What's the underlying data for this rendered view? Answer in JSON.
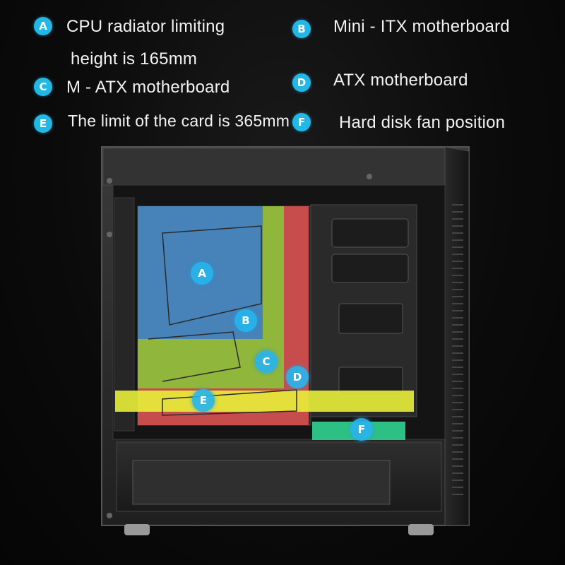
{
  "legend": [
    {
      "letter": "A",
      "text": "CPU radiator limiting"
    },
    {
      "letter": "",
      "text": "height is 165mm"
    },
    {
      "letter": "B",
      "text": "Mini - ITX motherboard"
    },
    {
      "letter": "C",
      "text": "M - ATX motherboard"
    },
    {
      "letter": "D",
      "text": "ATX motherboard"
    },
    {
      "letter": "E",
      "text": "The limit of the card is 365mm"
    },
    {
      "letter": "F",
      "text": "Hard disk fan position"
    }
  ],
  "markers": [
    "A",
    "B",
    "C",
    "D",
    "E",
    "F"
  ],
  "colors": {
    "accent": "#22b8e6",
    "zone_cpu": "#3a78c8",
    "zone_itx": "#8ac23a",
    "zone_atx": "#e35454",
    "zone_card": "#e8ef3a",
    "zone_disk": "#2ec98a"
  }
}
